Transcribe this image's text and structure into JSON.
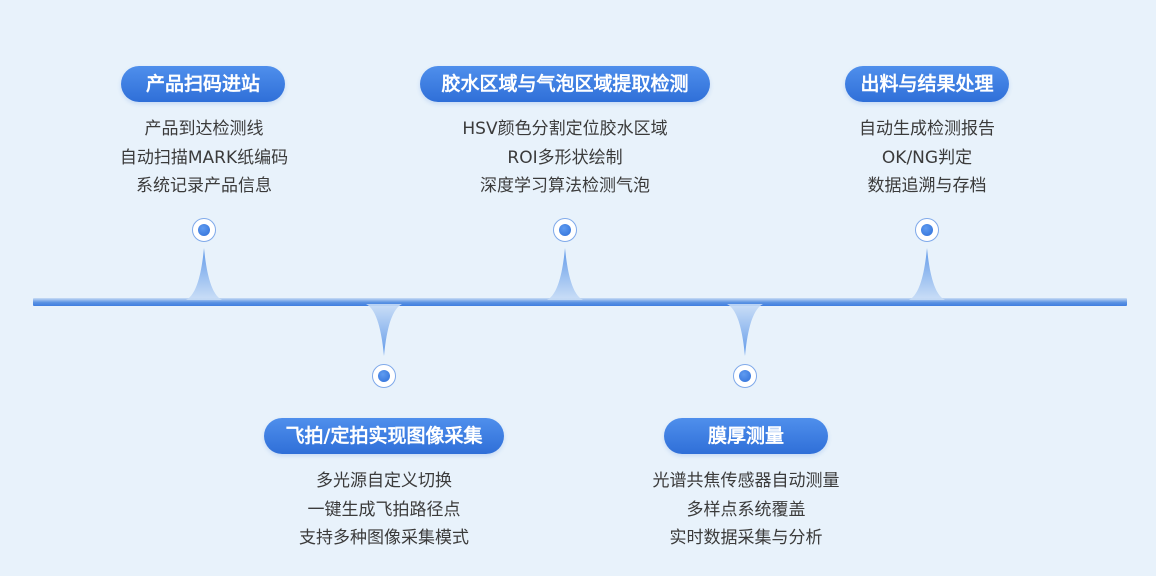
{
  "stages": [
    {
      "title": "产品扫码进站",
      "items": [
        "产品到达检测线",
        "自动扫描MARK纸编码",
        "系统记录产品信息"
      ]
    },
    {
      "title": "胶水区域与气泡区域提取检测",
      "items": [
        "HSV颜色分割定位胶水区域",
        "ROI多形状绘制",
        "深度学习算法检测气泡"
      ]
    },
    {
      "title": "出料与结果处理",
      "items": [
        "自动生成检测报告",
        "OK/NG判定",
        "数据追溯与存档"
      ]
    },
    {
      "title": "飞拍/定拍实现图像采集",
      "items": [
        "多光源自定义切换",
        "一键生成飞拍路径点",
        "支持多种图像采集模式"
      ]
    },
    {
      "title": "膜厚测量",
      "items": [
        "光谱共焦传感器自动测量",
        "多样点系统覆盖",
        "实时数据采集与分析"
      ]
    }
  ],
  "colors": {
    "background": "#e8f2fb",
    "accent": "#2f6fd8",
    "text": "#3b3b3b"
  }
}
